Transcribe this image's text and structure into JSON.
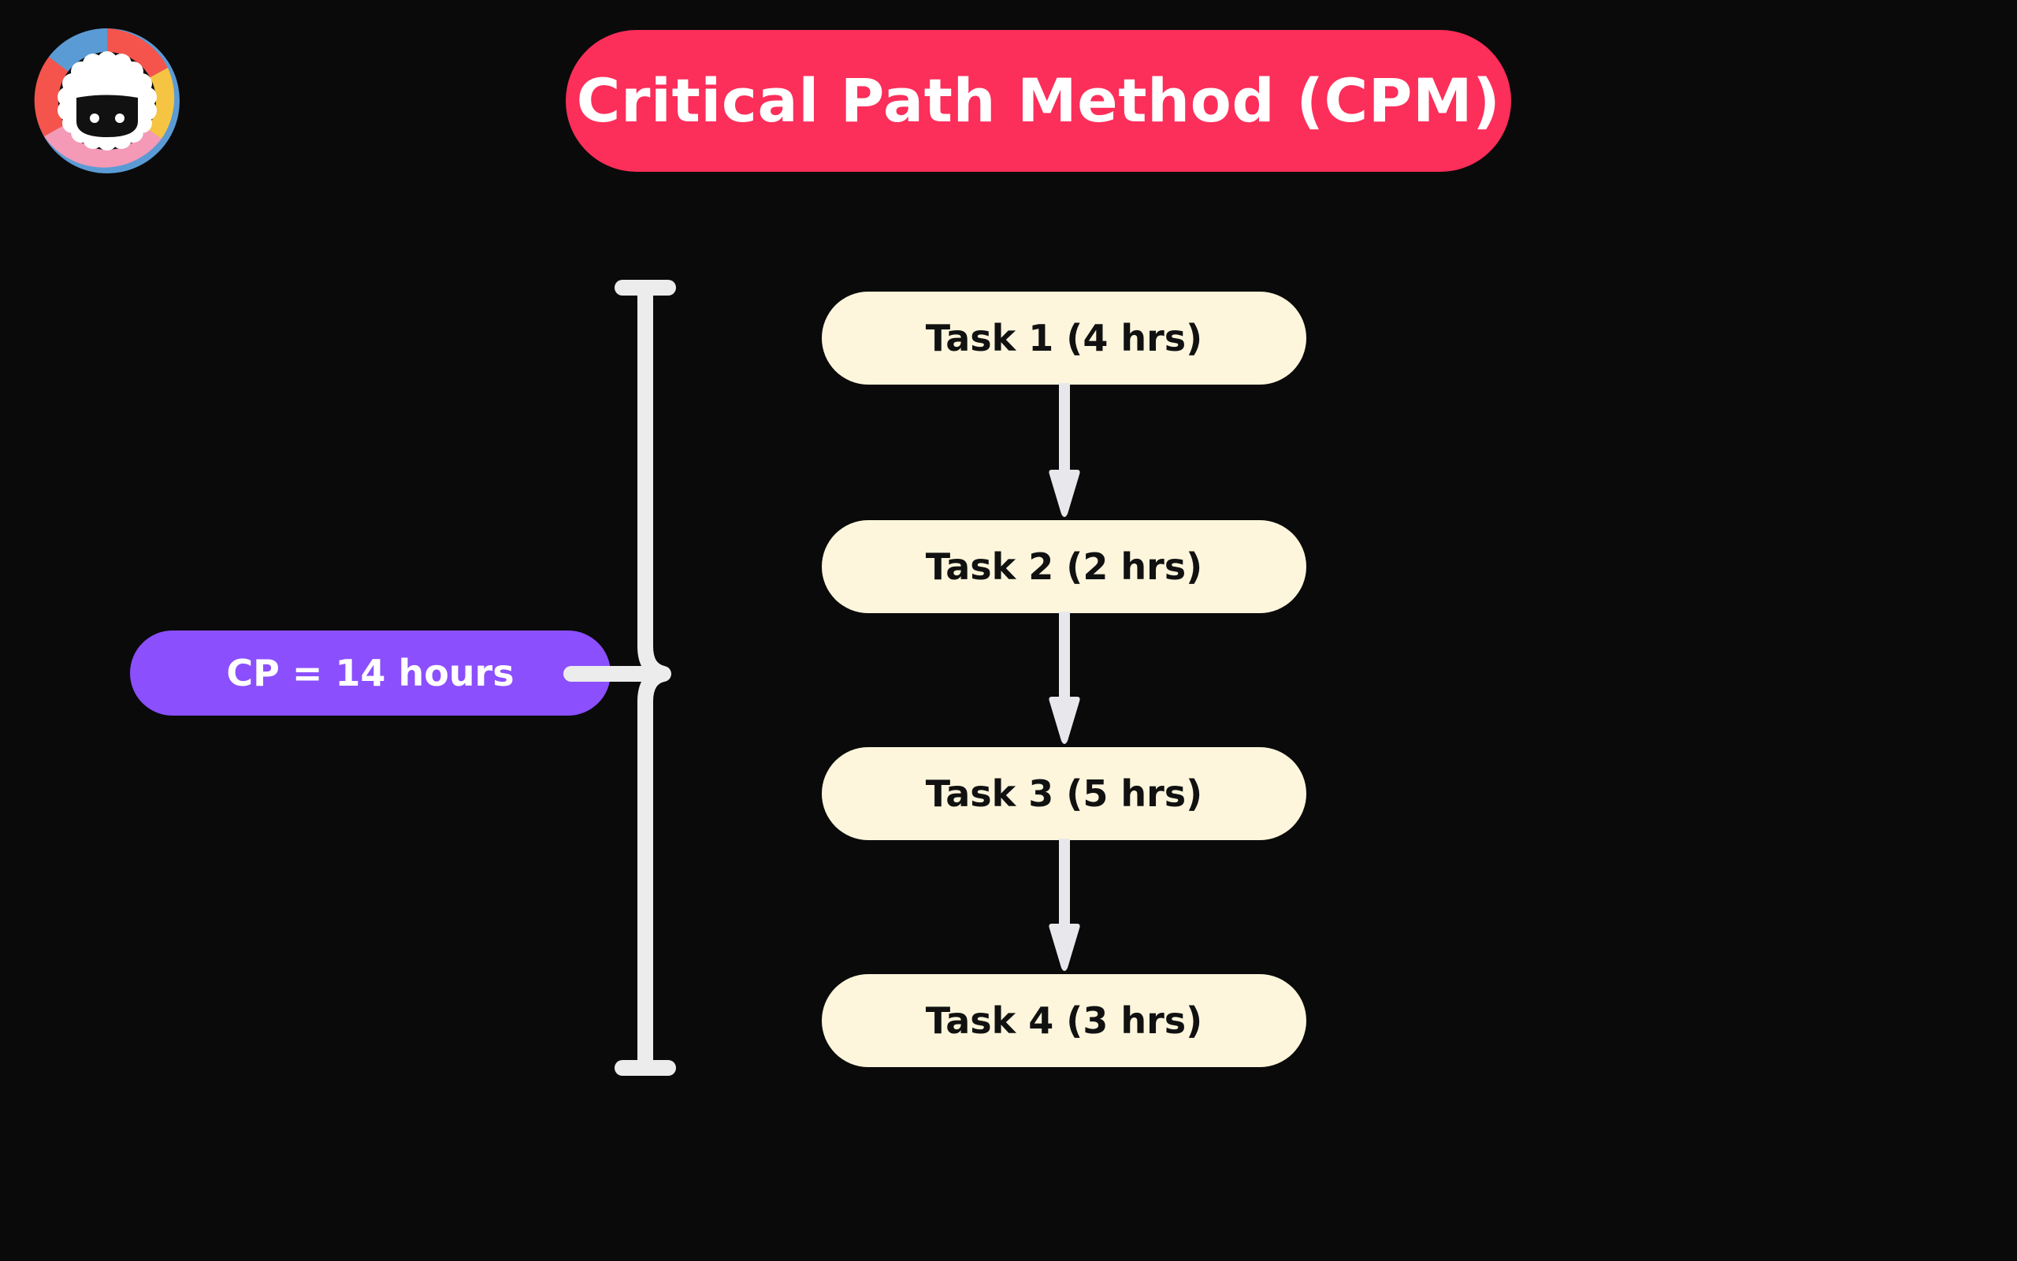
{
  "background_color": "#0a0a0a",
  "logo": {
    "name": "sheep-logo",
    "ring_colors": [
      "#5b9bd5",
      "#f4544c",
      "#f6c443",
      "#f49ab6"
    ],
    "wool_color": "#ffffff",
    "face_color": "#111111"
  },
  "header": {
    "title": "Critical Path Method (CPM)",
    "pill_color": "#fc2e5a",
    "text_color": "#ffffff"
  },
  "summary": {
    "label": "CP = 14 hours",
    "pill_color": "#8b4ffd",
    "text_color": "#ffffff"
  },
  "brace": {
    "color": "#ececed",
    "orientation": "right-facing"
  },
  "arrow": {
    "color": "#e8e8ec",
    "direction": "down"
  },
  "diagram": {
    "type": "flow-sequence",
    "node_fill": "#fdf6dc",
    "node_text_color": "#111111",
    "nodes": [
      {
        "label": "Task 1 (4 hrs)",
        "task": "Task 1",
        "duration_hours": 4
      },
      {
        "label": "Task 2 (2 hrs)",
        "task": "Task 2",
        "duration_hours": 2
      },
      {
        "label": "Task 3 (5 hrs)",
        "task": "Task 3",
        "duration_hours": 5
      },
      {
        "label": "Task 4 (3 hrs)",
        "task": "Task 4",
        "duration_hours": 3
      }
    ],
    "total_hours": 14
  }
}
